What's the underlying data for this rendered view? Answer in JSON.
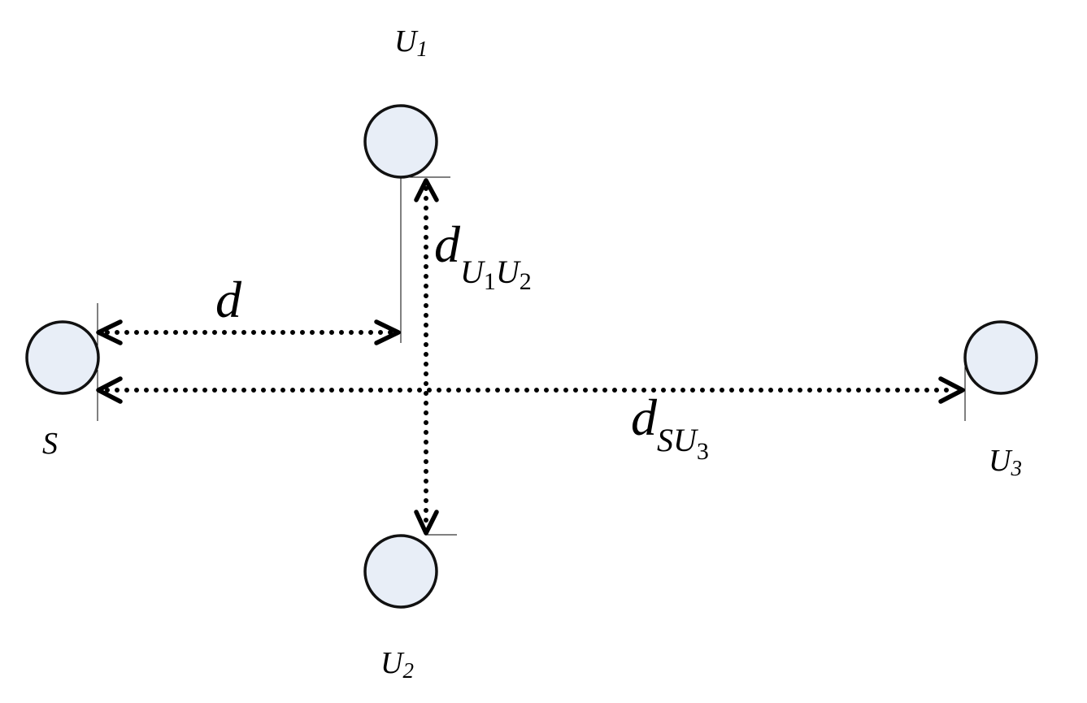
{
  "nodes": {
    "S": {
      "main": "S"
    },
    "U1": {
      "main": "U",
      "sub": "1"
    },
    "U2": {
      "main": "U",
      "sub": "2"
    },
    "U3": {
      "main": "U",
      "sub": "3"
    }
  },
  "distances": {
    "d": {
      "main": "d"
    },
    "d_U1U2": {
      "main": "d",
      "s1": "U",
      "s1sub": "1",
      "s2": "U",
      "s2sub": "2"
    },
    "d_SU3": {
      "main": "d",
      "s1": "S",
      "s2": "U",
      "s2sub": "3"
    }
  },
  "colors": {
    "node_fill": "#e8eef7",
    "stroke": "#111111"
  }
}
